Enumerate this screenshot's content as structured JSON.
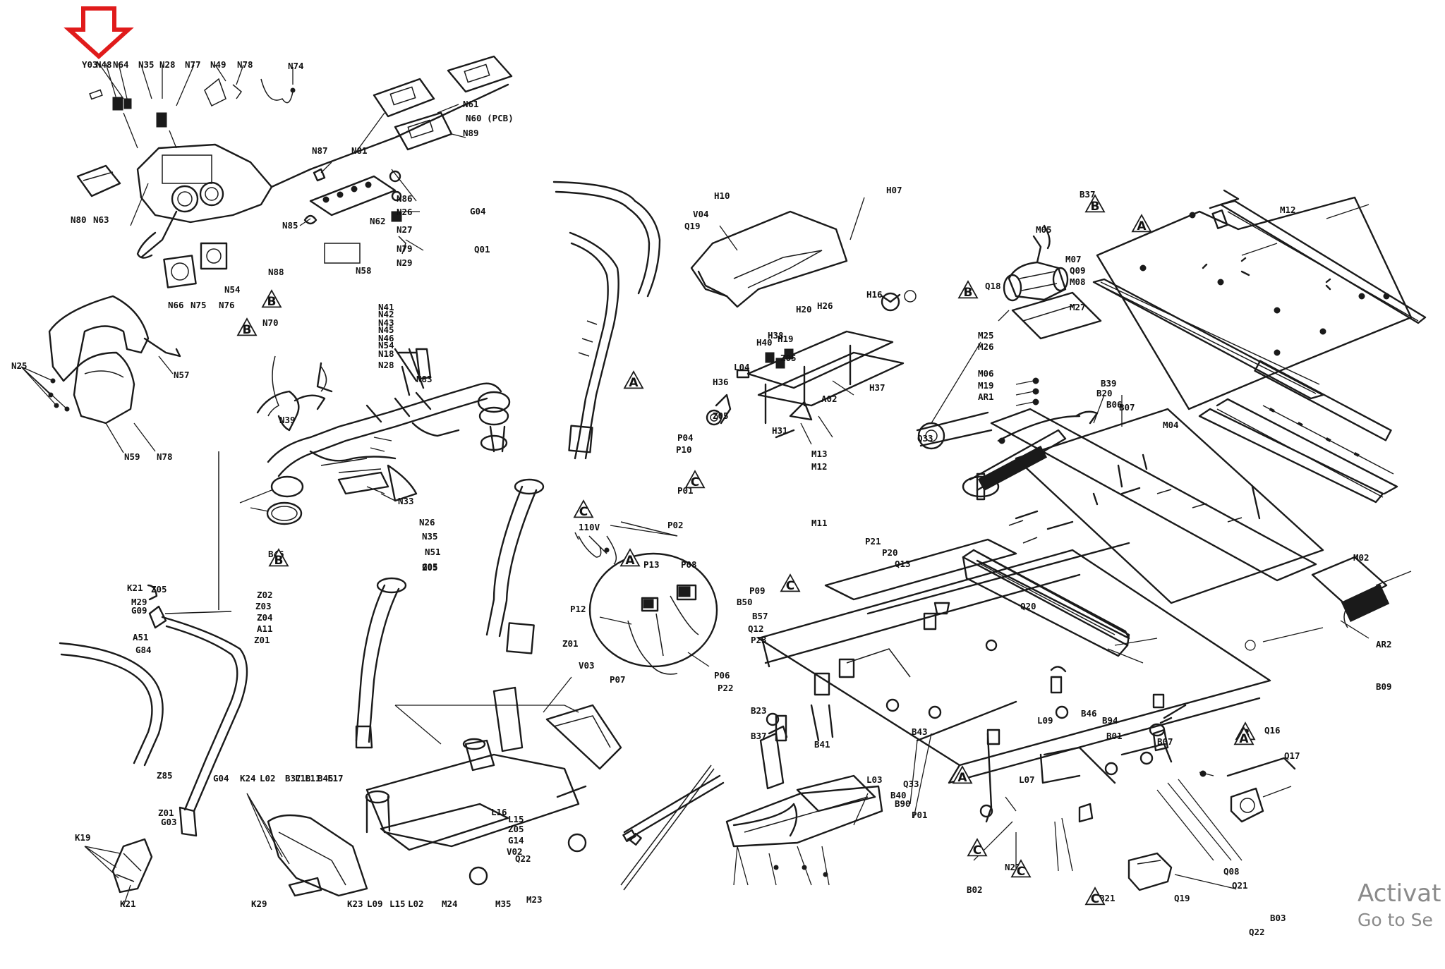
{
  "marker": {
    "icon": "red-down-arrow-icon",
    "color": "#e01b1b"
  },
  "watermark": {
    "line1": "Activat",
    "line2": "Go to Se"
  },
  "callouts": [
    "Y03",
    "N48",
    "N64",
    "N35",
    "N28",
    "N77",
    "N49",
    "N78",
    "N74",
    "N81",
    "N61",
    "N60 (PCB)",
    "N89",
    "N87",
    "N86",
    "N26",
    "N62",
    "N27",
    "N79",
    "N29",
    "N85",
    "N58",
    "N88",
    "N80",
    "N63",
    "N66",
    "N75",
    "N76",
    "N54",
    "N25",
    "N57",
    "N59",
    "N78",
    "N70",
    "N41",
    "N42",
    "N43",
    "N45",
    "N46",
    "N54",
    "N18",
    "N28",
    "N83",
    "N39",
    "N33",
    "N26",
    "N35",
    "N51",
    "G05",
    "Z05",
    "G04",
    "Q01",
    "Q19",
    "V04",
    "H07",
    "H10",
    "H16",
    "H19",
    "H20",
    "H26",
    "H38",
    "H40",
    "L04",
    "H36",
    "Z05",
    "H31",
    "H37",
    "A02",
    "Z05",
    "P04",
    "P10",
    "P01",
    "P02",
    "P13",
    "P08",
    "P12",
    "P06",
    "P22",
    "Z01",
    "V03",
    "P07",
    "B37",
    "Q18",
    "M12",
    "M05",
    "M07",
    "Q09",
    "M08",
    "M27",
    "M25",
    "M26",
    "M06",
    "M19",
    "AR1",
    "B39",
    "B20",
    "B06",
    "B07",
    "M04",
    "Q33",
    "M02",
    "AR2",
    "B09",
    "Z02",
    "Z03",
    "Z04",
    "A11",
    "Z01",
    "B46",
    "K21",
    "M29",
    "G09",
    "A51",
    "Z05",
    "G84",
    "Z85",
    "Z01",
    "G03",
    "G04",
    "K24",
    "L02",
    "B37",
    "L18",
    "L11",
    "B45",
    "L17",
    "L16",
    "L15",
    "Z05",
    "G14",
    "V02",
    "Q22",
    "K19",
    "K21",
    "K29",
    "K23",
    "L09",
    "L15",
    "L02",
    "M24",
    "M23",
    "M35",
    "M13",
    "M12",
    "M11",
    "P21",
    "P20",
    "Q13",
    "P09",
    "B50",
    "B57",
    "Q12",
    "P23",
    "B23",
    "B37",
    "B41",
    "B43",
    "B40",
    "B90",
    "P01",
    "Q33",
    "Q20",
    "L03",
    "L09",
    "L07",
    "B46",
    "B94",
    "B01",
    "B07",
    "Q16",
    "Q17",
    "Q08",
    "Q19",
    "Q21",
    "Q22",
    "B03",
    "B02",
    "N27",
    "B21"
  ],
  "section_markers": [
    "A",
    "B",
    "B",
    "B",
    "C",
    "C",
    "C",
    "A",
    "A",
    "B",
    "B",
    "C",
    "C",
    "A",
    "B",
    "A",
    "C"
  ],
  "supply_label": "110V"
}
